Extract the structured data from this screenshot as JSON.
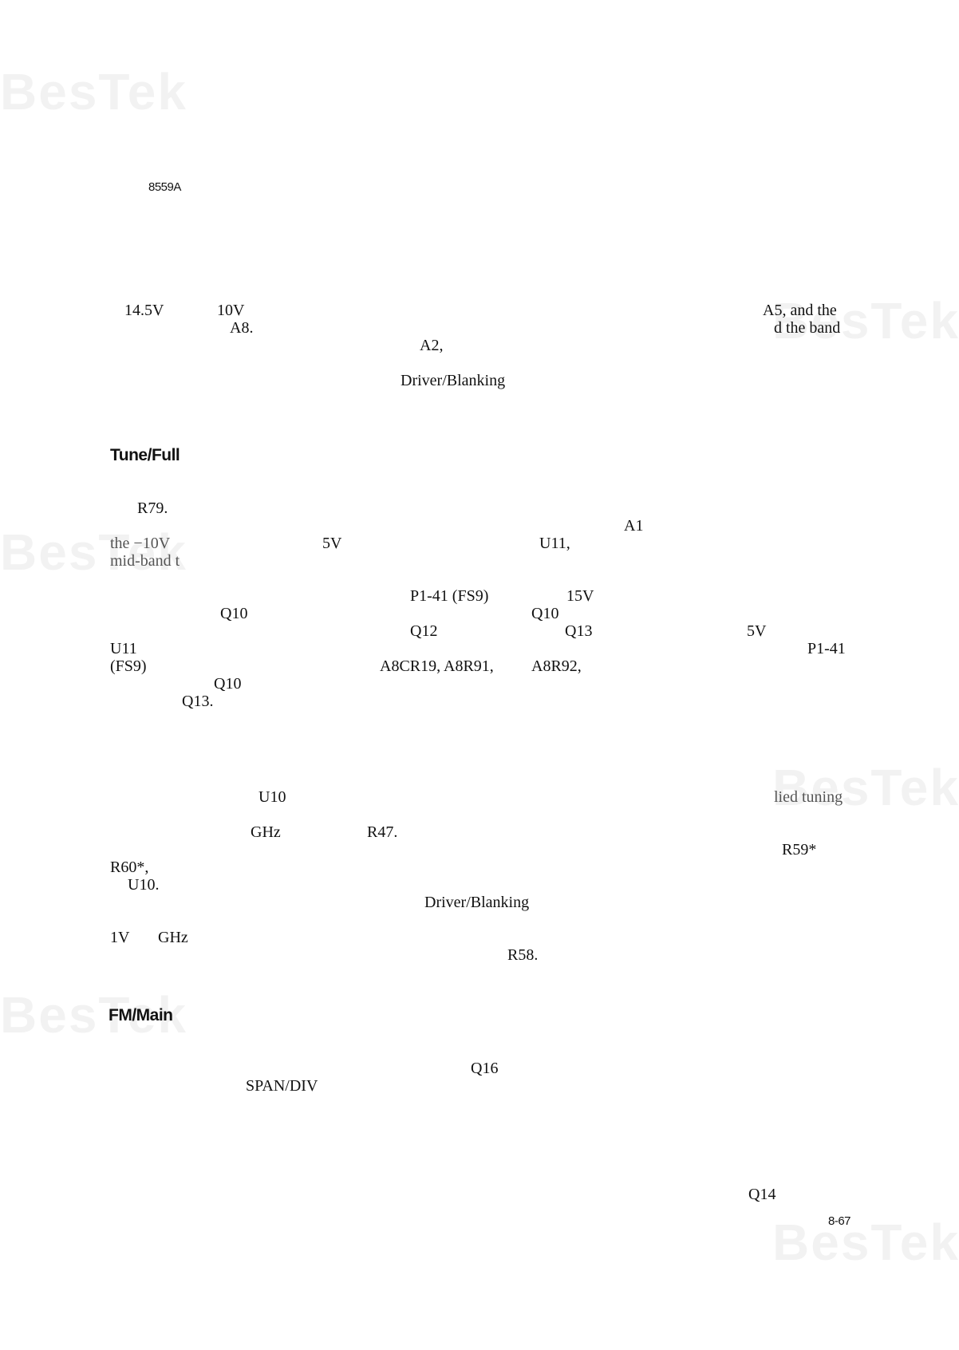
{
  "watermark": "BesTek",
  "header": {
    "model": "8559A"
  },
  "page_number": "8-67",
  "headings": {
    "tune_full": "Tune/Full",
    "fm_main": "FM/Main"
  },
  "fragments": {
    "f_145v": "14.5V",
    "f_10v": "10V",
    "f_a5": "A5, and the",
    "f_a8": "A8.",
    "f_band": "d the band",
    "f_a2": "A2,",
    "f_driver1": "Driver/Blanking",
    "f_r79": "R79.",
    "f_a1": "A1",
    "f_the10v": "the −10V",
    "f_5v_a": "5V",
    "f_u11a": "U11,",
    "f_midband": "mid-band t",
    "f_p141a": "P1-41 (FS9)",
    "f_15v": "15V",
    "f_q10a": "Q10",
    "f_q10b": "Q10",
    "f_q12": "Q12",
    "f_q13a": "Q13",
    "f_5v_b": "5V",
    "f_u11b": "U11",
    "f_p141b": "P1-41",
    "f_fs9": "(FS9)",
    "f_a8cr19": "A8CR19, A8R91,",
    "f_a8r92": "A8R92,",
    "f_q10c": "Q10",
    "f_q13b": "Q13.",
    "f_u10a": "U10",
    "f_liedtuning": "lied tuning",
    "f_ghz1": "GHz",
    "f_r47": "R47.",
    "f_r59": "R59*",
    "f_r60": "R60*,",
    "f_u10b": "U10.",
    "f_driver2": "Driver/Blanking",
    "f_1v": "1V",
    "f_ghz2": "GHz",
    "f_r58": "R58.",
    "f_q16": "Q16",
    "f_spandiv": "SPAN/DIV",
    "f_q14": "Q14"
  }
}
